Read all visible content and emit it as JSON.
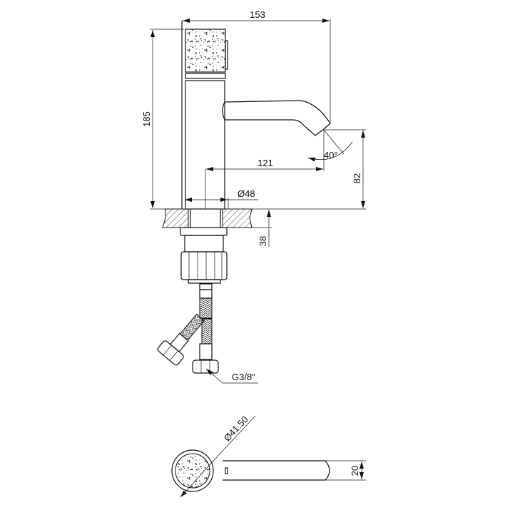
{
  "drawing": {
    "dimensions": {
      "overall_width": "153",
      "overall_height": "185",
      "spout_reach": "121",
      "spout_angle": "40°",
      "spout_height": "82",
      "base_diameter": "Ø48",
      "shank_length": "38",
      "hose_thread": "G3/8\"",
      "plan_diameter": "Ø41.50",
      "spout_thickness": "20"
    },
    "colors": {
      "line": "#111111",
      "background": "#ffffff"
    }
  }
}
